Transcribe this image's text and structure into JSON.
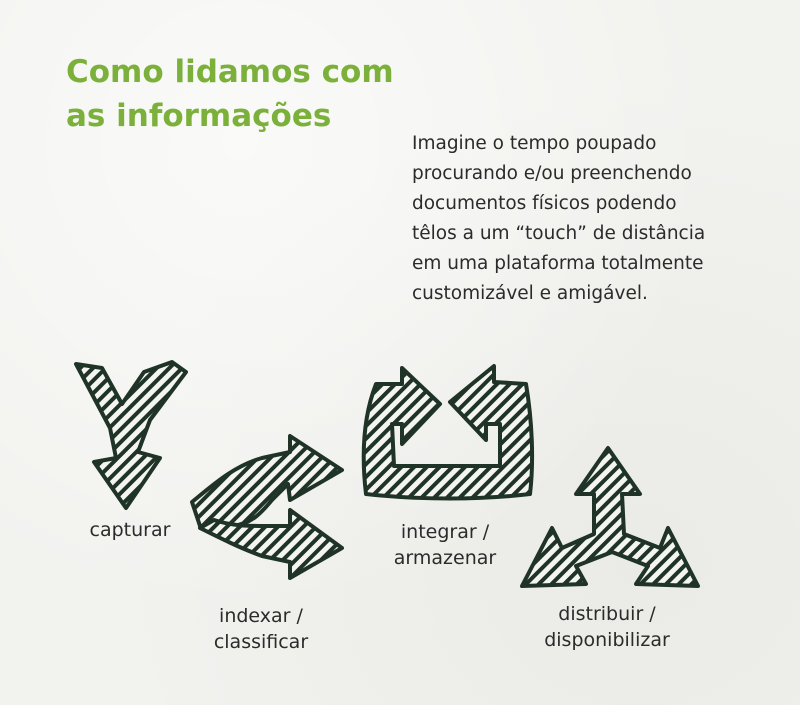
{
  "title_lines": [
    "Como lidamos com",
    "as informações"
  ],
  "body_lines": [
    "Imagine o tempo poupado",
    "procurando e/ou preenchendo",
    "documentos físicos podendo",
    "têlos a um “touch” de distância",
    "em uma plataforma totalmente",
    "customizável e amigável."
  ],
  "steps": [
    {
      "icon": "merge-arrow-icon",
      "label_lines": [
        "capturar"
      ]
    },
    {
      "icon": "split-arrow-icon",
      "label_lines": [
        "indexar /",
        "classificar"
      ]
    },
    {
      "icon": "loop-arrow-icon",
      "label_lines": [
        "integrar /",
        "armazenar"
      ]
    },
    {
      "icon": "three-way-arrow-icon",
      "label_lines": [
        "distribuir /",
        "disponibilizar"
      ]
    }
  ],
  "colors": {
    "title": "#7bb03a",
    "text": "#2b2b2b",
    "icon_stroke": "#1f3326"
  }
}
